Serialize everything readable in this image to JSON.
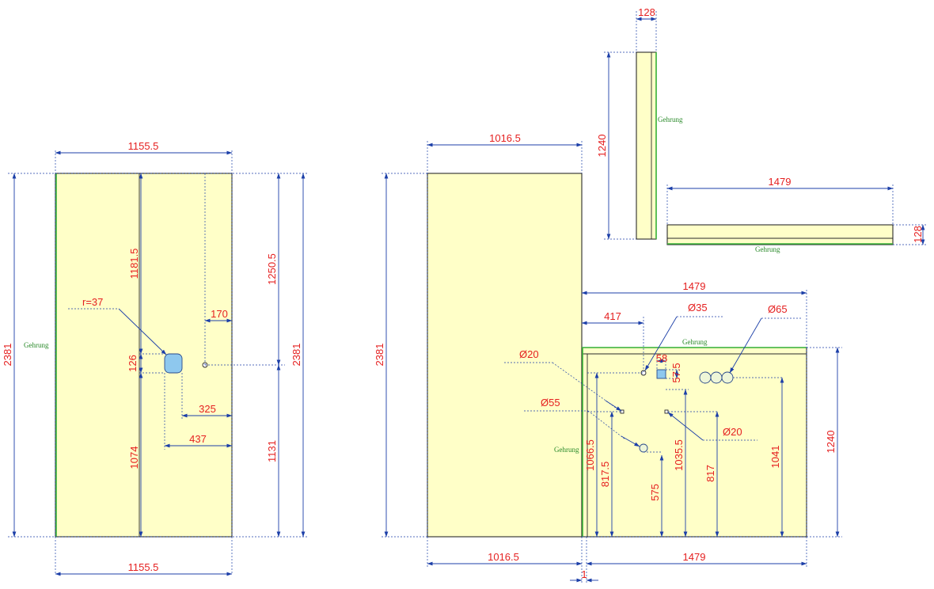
{
  "colors": {
    "panel": "#ffffc8",
    "dimension": "#1c3fa8",
    "label": "#e52020",
    "miter": "#3ab53a",
    "cutout": "#8ec8ee"
  },
  "miter_label": "Gehrung",
  "left_panel": {
    "width_top": "1155.5",
    "width_bottom": "1155.5",
    "height_left": "2381",
    "height_right": "2381",
    "cut_top": "1181.5",
    "cut_bottom": "1074",
    "cut_height": "126",
    "cut_radius": "r=37",
    "offset_325": "325",
    "offset_437": "437",
    "offset_170": "170",
    "right_upper": "1250.5",
    "right_lower": "1131"
  },
  "main_panel": {
    "width_top": "1016.5",
    "width_bottom": "1016.5",
    "height": "2381",
    "gap": "1"
  },
  "side_panel": {
    "width_top": "1479",
    "width_bottom": "1479",
    "height": "1240",
    "offset_417": "417",
    "hole_d35": "Ø35",
    "hole_d65": "Ø65",
    "hole_d20_a": "Ø20",
    "hole_d20_b": "Ø20",
    "hole_d55": "Ø55",
    "square_58": "58",
    "square_57_5": "57.5",
    "v_1066_5": "1066.5",
    "v_817_5": "817.5",
    "v_575": "575",
    "v_1035_5": "1035.5",
    "v_817": "817",
    "v_1041": "1041"
  },
  "strip_vertical": {
    "width": "128",
    "height": "1240"
  },
  "strip_horizontal": {
    "width": "1479",
    "height": "128"
  }
}
